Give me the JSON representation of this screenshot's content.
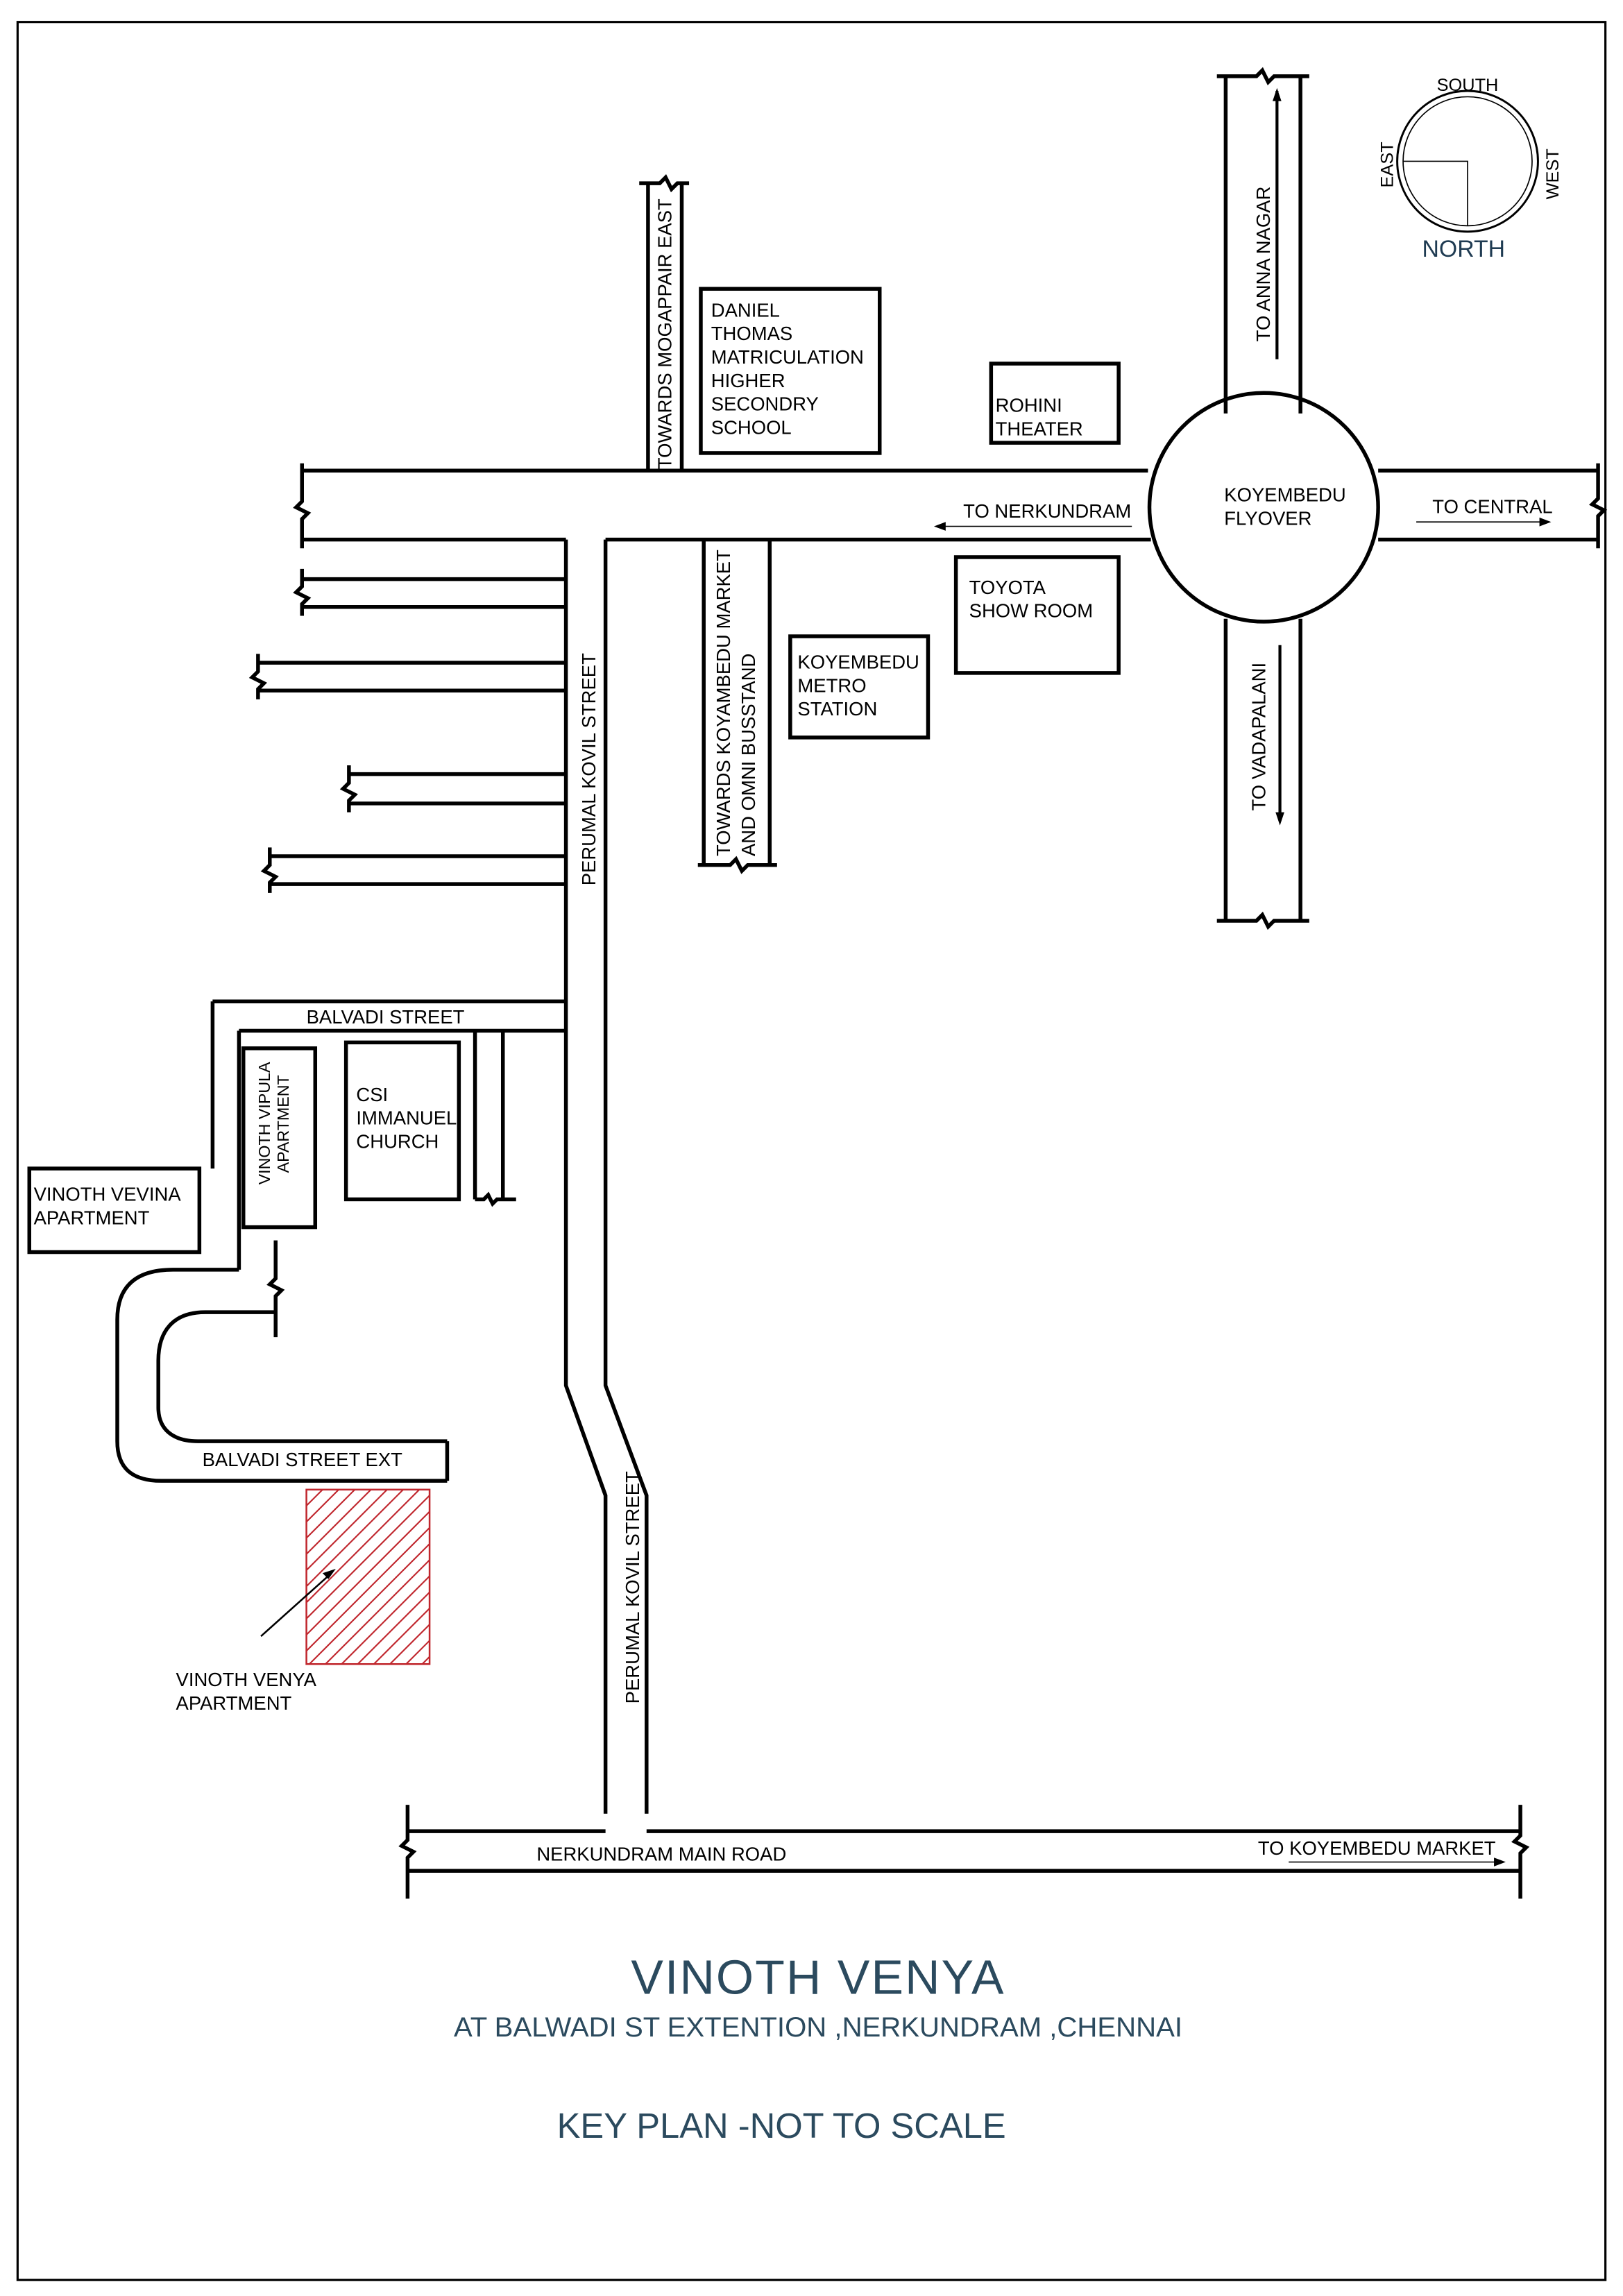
{
  "labels": {
    "mogappair": "TOWARDS MOGAPPAIR EAST",
    "school": [
      "DANIEL",
      "THOMAS",
      "MATRICULATION",
      "HIGHER",
      "SECONDRY",
      "SCHOOL"
    ],
    "rohini": [
      "ROHINI",
      "THEATER"
    ],
    "anna_nagar": "TO  ANNA NAGAR",
    "nerkundram": "TO  NERKUNDRAM",
    "flyover": [
      "KOYEMBEDU",
      "FLYOVER"
    ],
    "central": "TO  CENTRAL",
    "toyota": [
      "TOYOTA",
      "SHOW ROOM"
    ],
    "koyambedu_market": [
      "TOWARDS KOYAMBEDU MARKET",
      "AND OMNI BUSSTAND"
    ],
    "metro": [
      "KOYEMBEDU",
      "METRO",
      "STATION"
    ],
    "vadapalani": "TO  VADAPALANI",
    "perumal_upper": "PERUMAL KOVIL STREET",
    "perumal_lower": "PERUMAL KOVIL STREET",
    "balvadi_street": "BALVADI STREET",
    "vipula": [
      "VINOTH VIPULA",
      "APARTMENT"
    ],
    "church": [
      "CSI",
      "IMMANUEL",
      "CHURCH"
    ],
    "vevina": [
      "VINOTH  VEVINA",
      "APARTMENT"
    ],
    "balvadi_ext": "BALVADI STREET EXT",
    "venya_site": [
      "VINOTH VENYA",
      "APARTMENT"
    ],
    "main_road": "NERKUNDRAM  MAIN ROAD",
    "koyembedu_market_east": "TO  KOYEMBEDU MARKET"
  },
  "compass": {
    "south": "SOUTH",
    "east": "EAST",
    "west": "WEST",
    "north": "NORTH"
  },
  "title": {
    "main": "VINOTH VENYA",
    "subtitle": "AT  BALWADI ST EXTENTION ,NERKUNDRAM ,CHENNAI",
    "key_plan": "KEY PLAN -NOT TO SCALE"
  },
  "colors": {
    "line": "#000000",
    "site_hatch": "#c0262d",
    "title_text": "#2b4a5e",
    "north_text": "#1f3b52"
  }
}
